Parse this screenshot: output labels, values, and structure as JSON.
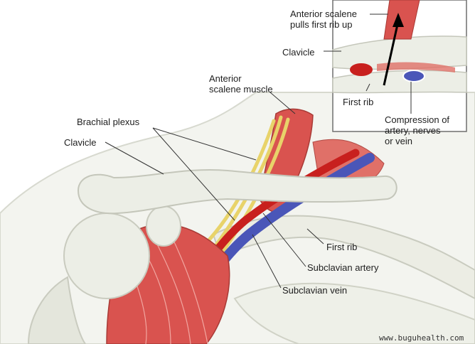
{
  "labels": {
    "anterior_scalene_muscle": [
      "Anterior",
      "scalene muscle"
    ],
    "brachial_plexus": "Brachial plexus",
    "clavicle": "Clavicle",
    "first_rib": "First rib",
    "subclavian_artery": "Subclavian artery",
    "subclavian_vein": "Subclavian vein"
  },
  "inset": {
    "anterior_scalene": [
      "Anterior scalene",
      "pulls first rib up"
    ],
    "clavicle": "Clavicle",
    "first_rib": "First rib",
    "compression": [
      "Compression of",
      "artery, nerves",
      "or vein"
    ]
  },
  "watermark": "www.buguhealth.com",
  "colors": {
    "muscle": "#d9534f",
    "artery": "#c8201e",
    "vein": "#4a56b8",
    "nerve": "#e8d36a",
    "bone": "#eceee6"
  }
}
